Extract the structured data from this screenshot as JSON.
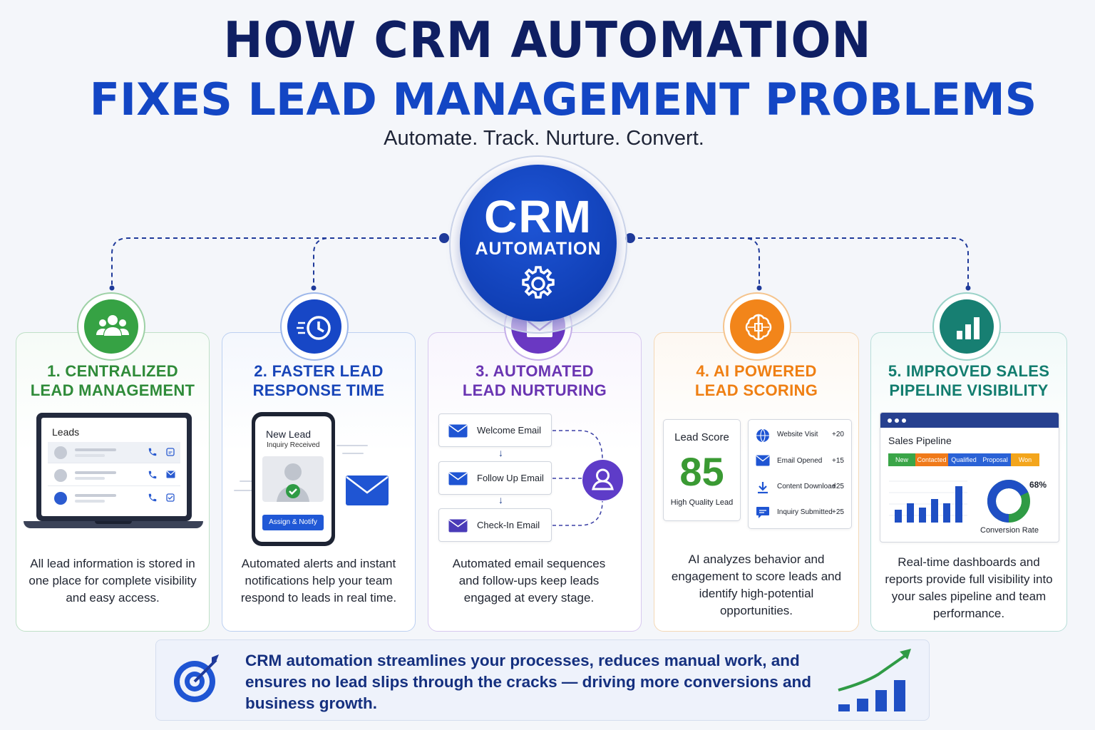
{
  "header": {
    "title_line1": "HOW CRM AUTOMATION",
    "title_line2": "FIXES LEAD MANAGEMENT PROBLEMS",
    "tagline": "Automate. Track. Nurture. Convert."
  },
  "hub": {
    "title": "CRM",
    "subtitle": "AUTOMATION",
    "color": "#0a36a8"
  },
  "cards": [
    {
      "title_line1": "1. CENTRALIZED",
      "title_line2": "LEAD MANAGEMENT",
      "color": "#2f8b39",
      "icon": "users-icon",
      "description": "All lead information is stored in one place for complete visibility and easy access.",
      "mockup": {
        "list_title": "Leads"
      }
    },
    {
      "title_line1": "2. FASTER LEAD",
      "title_line2": "RESPONSE TIME",
      "color": "#1845b8",
      "icon": "fast-clock-icon",
      "description": "Automated alerts and instant notifications help your team respond to leads in real time.",
      "mockup": {
        "title": "New Lead",
        "subtitle": "Inquiry Received",
        "button": "Assign & Notify"
      }
    },
    {
      "title_line1": "3. AUTOMATED",
      "title_line2": "LEAD NURTURING",
      "color": "#6a35b2",
      "icon": "envelope-icon",
      "description": "Automated email sequences and follow-ups keep leads engaged at every stage.",
      "mockup": {
        "emails": [
          "Welcome Email",
          "Follow Up Email",
          "Check-In Email"
        ]
      }
    },
    {
      "title_line1": "4. AI POWERED",
      "title_line2": "LEAD SCORING",
      "color": "#ef7f13",
      "icon": "ai-brain-icon",
      "description": "AI analyzes behavior and engagement to score leads and identify high-potential opportunities.",
      "mockup": {
        "score_label": "Lead Score",
        "score": "85",
        "quality": "High Quality Lead",
        "activities": [
          {
            "name": "Website Visit",
            "points": "+20",
            "icon": "globe-icon"
          },
          {
            "name": "Email Opened",
            "points": "+15",
            "icon": "envelope-icon"
          },
          {
            "name": "Content Download",
            "points": "+25",
            "icon": "download-icon"
          },
          {
            "name": "Inquiry Submitted",
            "points": "+25",
            "icon": "chat-icon"
          }
        ]
      }
    },
    {
      "title_line1": "5. IMPROVED SALES",
      "title_line2": "PIPELINE VISIBILITY",
      "color": "#137d6f",
      "icon": "bar-chart-icon",
      "description": "Real-time dashboards and reports provide full visibility into your sales pipeline and team performance.",
      "mockup": {
        "title": "Sales Pipeline",
        "stages": [
          "New",
          "Contacted",
          "Qualified",
          "Proposal",
          "Won"
        ],
        "stage_colors": [
          "#3aa548",
          "#f07a1a",
          "#2a62d6",
          "#2a62d6",
          "#f3a51c"
        ],
        "bars": [
          0.3,
          0.45,
          0.35,
          0.55,
          0.45,
          0.85
        ],
        "conversion_rate": "68%",
        "conversion_fraction": 0.68,
        "conversion_label": "Conversion Rate"
      }
    }
  ],
  "banner": {
    "text": "CRM automation streamlines your processes, reduces manual work, and ensures no lead slips through the cracks — driving more conversions and business growth."
  }
}
